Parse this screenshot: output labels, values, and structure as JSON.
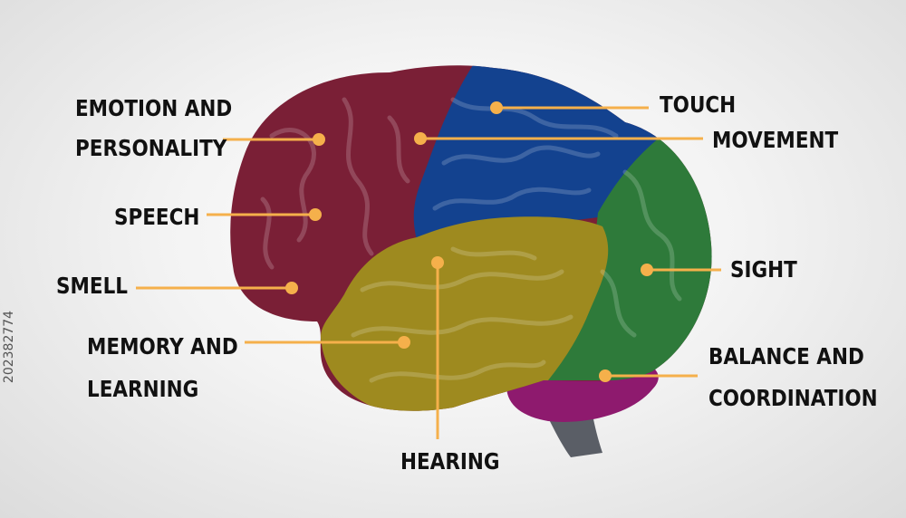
{
  "labels": {
    "emotion_line1": "EMOTION AND",
    "emotion_line2": "PERSONALITY",
    "speech": "SPEECH",
    "smell": "SMELL",
    "memory_line1": "MEMORY AND",
    "memory_line2": "LEARNING",
    "hearing": "HEARING",
    "touch": "TOUCH",
    "movement": "MOVEMENT",
    "sight": "SIGHT",
    "balance_line1": "BALANCE AND",
    "balance_line2": "COORDINATION"
  },
  "stock_id": "202382774",
  "colors": {
    "frontal": "#7a1f36",
    "parietal": "#13428f",
    "temporal": "#9e8a1f",
    "occipital": "#2e7a3a",
    "cerebellum": "#8e1a6e",
    "stem": "#5a5e66",
    "leader": "#f5b04b",
    "text": "#111111"
  }
}
